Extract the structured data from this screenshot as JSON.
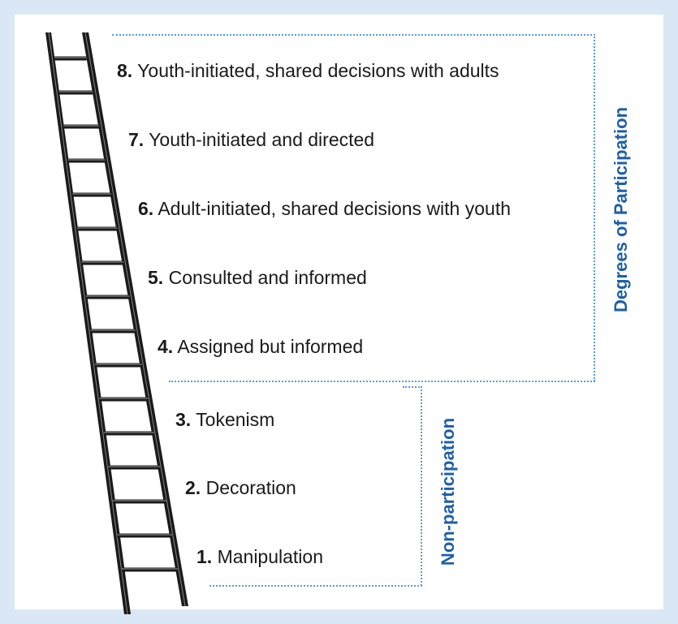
{
  "levels": [
    {
      "number": "8.",
      "text": "Youth-initiated, shared decisions with adults"
    },
    {
      "number": "7.",
      "text": "Youth-initiated and directed"
    },
    {
      "number": "6.",
      "text": "Adult-initiated, shared decisions with youth"
    },
    {
      "number": "5.",
      "text": "Consulted and informed"
    },
    {
      "number": "4.",
      "text": "Assigned but informed"
    },
    {
      "number": "3.",
      "text": "Tokenism"
    },
    {
      "number": "2.",
      "text": "Decoration"
    },
    {
      "number": "1.",
      "text": "Manipulation"
    }
  ],
  "groups": {
    "participation": "Degrees of Participation",
    "non_participation": "Non-participation"
  },
  "colors": {
    "background": "#d9e8f4",
    "panel": "#ffffff",
    "accent": "#1f5fa6",
    "bracket": "#5b9bd5",
    "ladder": "#1a1a1a"
  }
}
